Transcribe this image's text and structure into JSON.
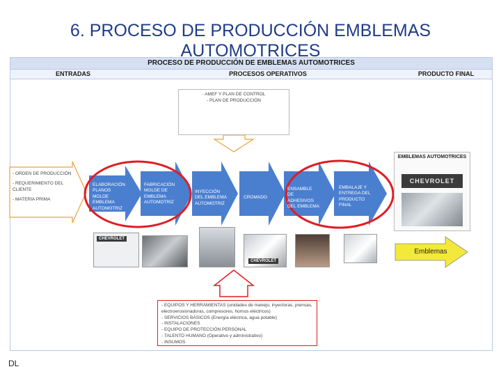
{
  "slide": {
    "title": "6. PROCESO DE PRODUCCIÓN EMBLEMAS AUTOMOTRICES",
    "footer": "DL"
  },
  "diagram": {
    "title": "PROCESO DE PRODUCCIÓN DE EMBLEMAS AUTOMOTRICES",
    "columns": {
      "inputs": "ENTRADAS",
      "processes": "PROCESOS OPERATIVOS",
      "output": "PRODUCTO FINAL"
    },
    "top_note": [
      "- AMEF Y PLAN DE CONTROL",
      "- PLAN DE PRODUCCIÓN"
    ],
    "left_note": [
      "- ORDEN DE PRODUCCIÓN",
      "- REQUERIMIENTO DEL CLIENTE",
      "- MATERIA PRIMA"
    ],
    "steps": [
      "ELABORACIÓN PLANOS MOLDE EMBLEMA AUTOMOTRIZ",
      "FABRICACIÓN MOLDE DE EMBLEMA AUTOMOTRIZ",
      "INYECCIÓN DEL EMBLEMA AUTOMOTRIZ",
      "CROMADO",
      "ENSAMBLE DE ADHESIVOS DEL EMBLEMA",
      "EMBALAJE Y ENTREGA DEL PRODUCTO FINAL"
    ],
    "final_product": {
      "title": "EMBLEMAS AUTOMOTRICES",
      "brand": "CHEVROLET",
      "arrow_label": "Emblemas"
    },
    "bottom_note": [
      "- EQUIPOS Y HERRAMIENTAS (unidades de manejo, inyectoras, prensas,",
      "electroerosionadoras, compresores, hornos eléctricos)",
      "- SERVICIOS BÁSICOS (Energía eléctrica, agua potable)",
      "- INSTALACIONES",
      "- EQUIPO DE PROTECCIÓN PERSONAL",
      "- TALENTO HUMANO (Operativo y administrativo)",
      "- INSUMOS"
    ],
    "photo_stamps": [
      "CHEVROLET",
      "CHEVROLET"
    ],
    "colors": {
      "arrow": "#4a7fd0",
      "highlight": "#e01c24",
      "note_border": "#e6a33c",
      "emblem_arrow": "#f3e93a"
    }
  }
}
